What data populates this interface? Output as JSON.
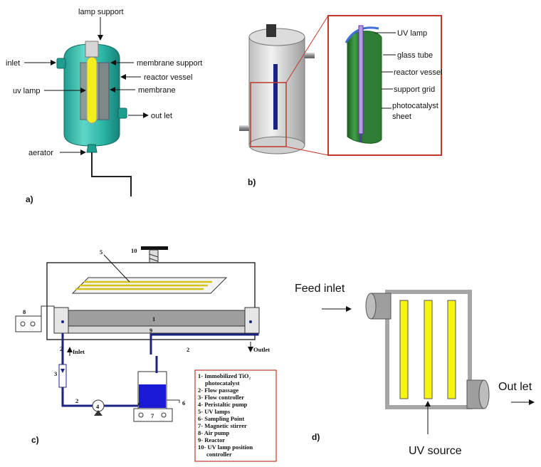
{
  "panel_a": {
    "tag": "a)",
    "lamp_support": "lamp support",
    "inlet": "inlet",
    "membrane_support": "membrane support",
    "reactor_vessel": "reactor vessel",
    "uv_lamp": "uv lamp",
    "membrane": "membrane",
    "outlet": "out let",
    "aerator": "aerator"
  },
  "panel_b": {
    "tag": "b)",
    "labels": [
      "UV lamp",
      "glass tube",
      "reactor vessel",
      "support grid",
      "photocatalyst",
      "sheet"
    ]
  },
  "panel_c": {
    "tag": "c)",
    "numbers": {
      "n1": "1",
      "n2a": "2",
      "n2b": "2",
      "n2c": "2",
      "n3": "3",
      "n4": "4",
      "n5": "5",
      "n6": "6",
      "n7": "7",
      "n8": "8",
      "n9": "9",
      "n10": "10"
    },
    "inlet": "Inlet",
    "outlet": "Outlet",
    "legend": [
      "1- Immobilized TiO₂",
      "photocatalyst",
      "2- Flow passage",
      "3- Flow controller",
      "4- Peristaltic pump",
      "5- UV lamps",
      "6- Sampling Point",
      "7- Magnetic stirrer",
      "8- Air pump",
      "9- Reactor",
      "10- UV lamp position",
      "controller"
    ]
  },
  "panel_d": {
    "tag": "d)",
    "feed_inlet": "Feed inlet",
    "outlet": "Out let",
    "uv_source": "UV source"
  },
  "colors": {
    "teal": "#2bb5a5",
    "lamp_yellow": "#f2ef1d",
    "dark_blue": "#1a237e",
    "frame_red": "#c0392b",
    "grey": "#9e9e9e"
  }
}
